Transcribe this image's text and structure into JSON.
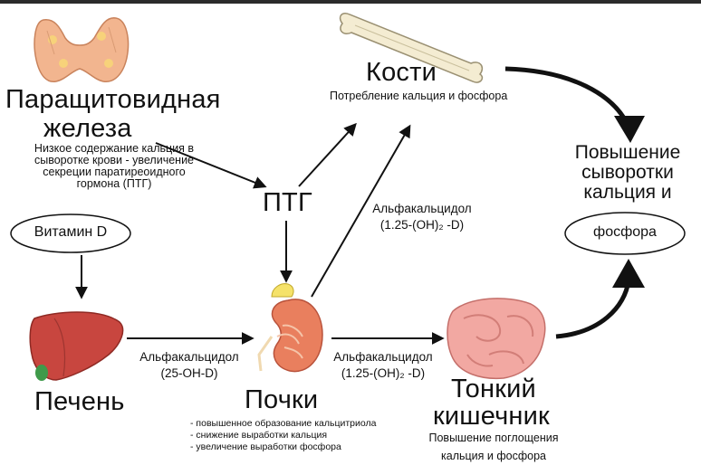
{
  "parathyroid": {
    "title_line1": "Паращитовидная",
    "title_line2": "железа",
    "desc": [
      "Низкое содержание кальция в",
      "сыворотке крови - увеличение",
      "секреции паратиреоидного",
      "гормона (ПТГ)"
    ]
  },
  "vitamin_d": "Витамин D",
  "liver": "Печень",
  "pth": "ПТГ",
  "kidneys": {
    "title": "Почки",
    "effects": [
      "- повышенное образование кальцитриола",
      "- снижение выработки кальция",
      "- увеличение выработки фосфора"
    ]
  },
  "bones": {
    "title": "Кости",
    "desc": "Потребление кальция и фосфора"
  },
  "intestine": {
    "title_line1": "Тонкий",
    "title_line2": "кишечник",
    "desc": [
      "Повышение поглощения",
      "кальция и фосфора"
    ]
  },
  "result": {
    "lines": [
      "Повышение",
      "сыворотки",
      "кальция и"
    ],
    "pill": "фосфора"
  },
  "arrow_labels": {
    "liver_kidney": [
      "Альфакальцидол",
      "(25-OH-D)"
    ],
    "kidney_intestine": [
      "Альфакальцидол",
      "(1.25-(OH)₂ -D)"
    ],
    "kidney_bones": [
      "Альфакальцидол",
      "(1.25-(OH)₂ -D)"
    ]
  }
}
